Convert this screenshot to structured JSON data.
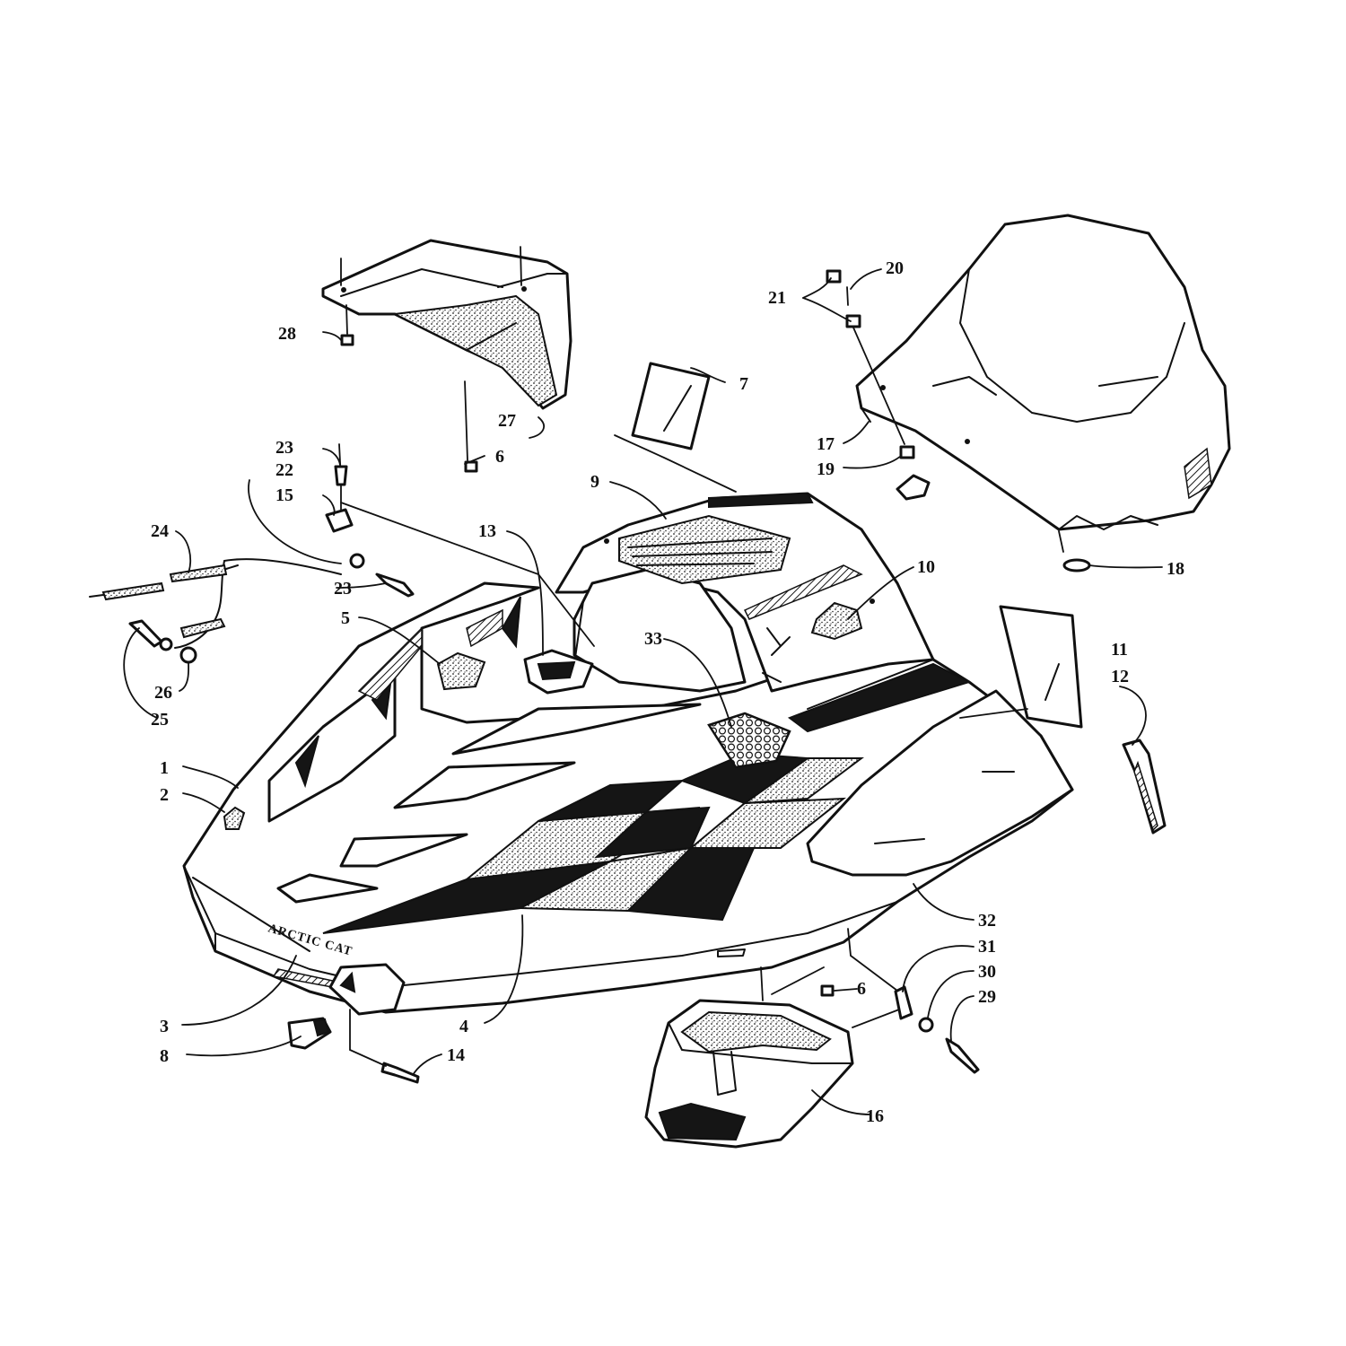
{
  "colors": {
    "ink": "#111111",
    "paper": "#ffffff"
  },
  "brand_text": "ARCTIC CAT",
  "callouts": [
    {
      "key": "c1",
      "label": "1"
    },
    {
      "key": "c2",
      "label": "2"
    },
    {
      "key": "c3",
      "label": "3"
    },
    {
      "key": "c4",
      "label": "4"
    },
    {
      "key": "c5",
      "label": "5"
    },
    {
      "key": "c6a",
      "label": "6"
    },
    {
      "key": "c6b",
      "label": "6"
    },
    {
      "key": "c7",
      "label": "7"
    },
    {
      "key": "c8",
      "label": "8"
    },
    {
      "key": "c9",
      "label": "9"
    },
    {
      "key": "c10",
      "label": "10"
    },
    {
      "key": "c11",
      "label": "11"
    },
    {
      "key": "c12",
      "label": "12"
    },
    {
      "key": "c13",
      "label": "13"
    },
    {
      "key": "c14",
      "label": "14"
    },
    {
      "key": "c15",
      "label": "15"
    },
    {
      "key": "c16",
      "label": "16"
    },
    {
      "key": "c17",
      "label": "17"
    },
    {
      "key": "c18",
      "label": "18"
    },
    {
      "key": "c19",
      "label": "19"
    },
    {
      "key": "c20",
      "label": "20"
    },
    {
      "key": "c21",
      "label": "21"
    },
    {
      "key": "c22",
      "label": "22"
    },
    {
      "key": "c23a",
      "label": "23"
    },
    {
      "key": "c23b",
      "label": "23"
    },
    {
      "key": "c24",
      "label": "24"
    },
    {
      "key": "c25",
      "label": "25"
    },
    {
      "key": "c26",
      "label": "26"
    },
    {
      "key": "c27",
      "label": "27"
    },
    {
      "key": "c28",
      "label": "28"
    },
    {
      "key": "c29",
      "label": "29"
    },
    {
      "key": "c30",
      "label": "30"
    },
    {
      "key": "c31",
      "label": "31"
    },
    {
      "key": "c32",
      "label": "32"
    },
    {
      "key": "c33",
      "label": "33"
    }
  ]
}
